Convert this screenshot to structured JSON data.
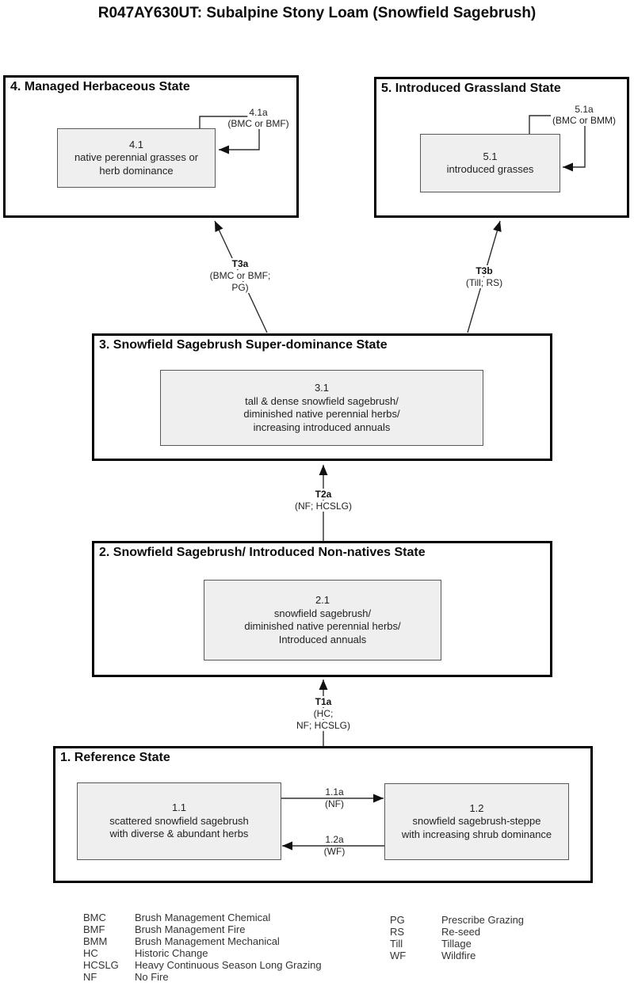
{
  "title": "R047AY630UT: Subalpine Stony Loam (Snowfield Sagebrush)",
  "colors": {
    "state_border": "#000000",
    "community_fill": "#efefef",
    "community_border": "#595959",
    "arrow_line": "#2e2e2e"
  },
  "states": {
    "s4": {
      "label": "4. Managed Herbaceous State",
      "communities": [
        {
          "id": "4.1",
          "lines": [
            "native perennial grasses or",
            "herb dominance"
          ]
        }
      ]
    },
    "s5": {
      "label": "5. Introduced Grassland State",
      "communities": [
        {
          "id": "5.1",
          "lines": [
            "introduced grasses"
          ]
        }
      ]
    },
    "s3": {
      "label": "3. Snowfield Sagebrush Super-dominance State",
      "communities": [
        {
          "id": "3.1",
          "lines": [
            "tall & dense snowfield sagebrush/",
            "diminished native perennial herbs/",
            "increasing introduced annuals"
          ]
        }
      ]
    },
    "s2": {
      "label": "2. Snowfield Sagebrush/ Introduced Non-natives State",
      "communities": [
        {
          "id": "2.1",
          "lines": [
            "snowfield sagebrush/",
            "diminished native perennial herbs/",
            "Introduced annuals"
          ]
        }
      ]
    },
    "s1": {
      "label": "1. Reference State",
      "communities": [
        {
          "id": "1.1",
          "lines": [
            "scattered snowfield sagebrush",
            "with diverse & abundant herbs"
          ]
        },
        {
          "id": "1.2",
          "lines": [
            "snowfield sagebrush-steppe",
            "with increasing shrub dominance"
          ]
        }
      ]
    }
  },
  "transitions": {
    "t3a": {
      "code": "T3a",
      "cause1": "(BMC or BMF;",
      "cause2": "PG)"
    },
    "t3b": {
      "code": "T3b",
      "cause1": "(Till; RS)"
    },
    "t2a": {
      "code": "T2a",
      "cause1": "(NF; HCSLG)"
    },
    "t1a": {
      "code": "T1a",
      "cause1": "(HC;",
      "cause2": "NF; HCSLG)"
    },
    "p41a": {
      "code": "4.1a",
      "cause1": "(BMC or BMF)"
    },
    "p51a": {
      "code": "5.1a",
      "cause1": "(BMC or BMM)"
    },
    "p11a": {
      "code": "1.1a",
      "cause1": "(NF)"
    },
    "p12a": {
      "code": "1.2a",
      "cause1": "(WF)"
    }
  },
  "legend": {
    "left": [
      {
        "code": "BMC",
        "label": "Brush Management Chemical"
      },
      {
        "code": "BMF",
        "label": "Brush Management Fire"
      },
      {
        "code": "BMM",
        "label": "Brush Management Mechanical"
      },
      {
        "code": "HC",
        "label": "Historic Change"
      },
      {
        "code": "HCSLG",
        "label": "Heavy Continuous Season Long Grazing"
      },
      {
        "code": "NF",
        "label": "No Fire"
      }
    ],
    "right": [
      {
        "code": "PG",
        "label": "Prescribe Grazing"
      },
      {
        "code": "RS",
        "label": "Re-seed"
      },
      {
        "code": "Till",
        "label": "Tillage"
      },
      {
        "code": "WF",
        "label": "Wildfire"
      }
    ]
  }
}
